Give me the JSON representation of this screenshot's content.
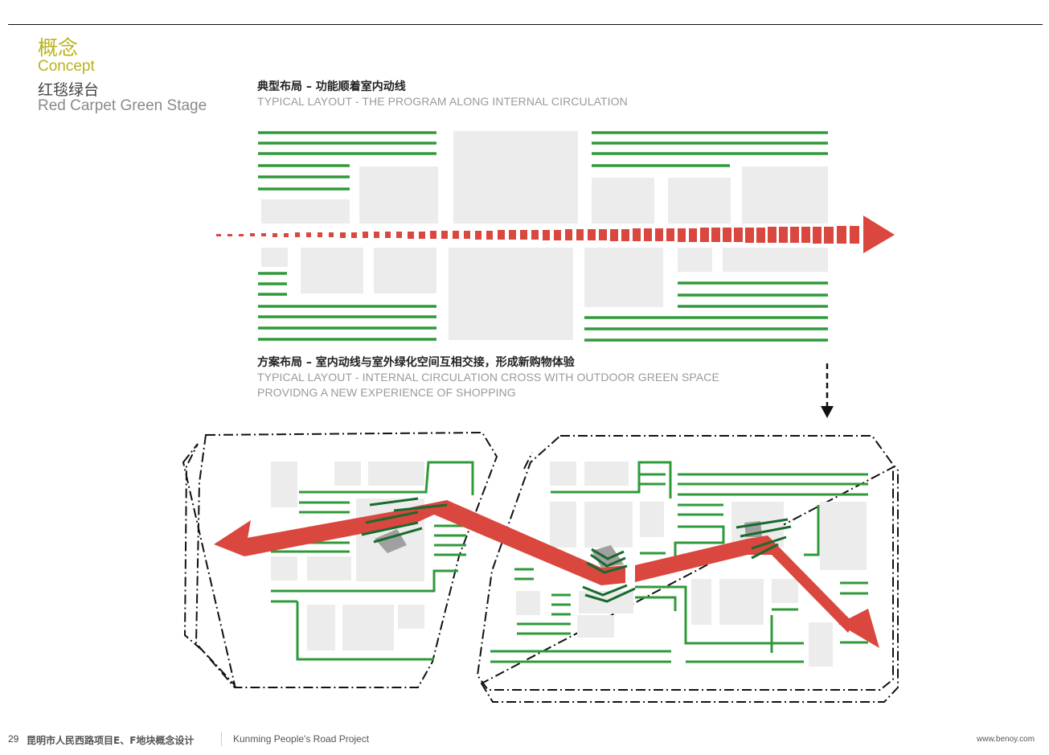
{
  "header": {
    "title_cn": "概念",
    "title_en": "Concept",
    "subtitle_cn": "红毯绿台",
    "subtitle_en": "Red Carpet Green Stage"
  },
  "section_typical": {
    "heading_cn": "典型布局 – 功能顺着室内动线",
    "heading_en": "TYPICAL LAYOUT - THE PROGRAM ALONG INTERNAL CIRCULATION"
  },
  "section_proposed": {
    "heading_cn": "方案布局 – 室内动线与室外绿化空间互相交接，形成新购物体验",
    "heading_en_line1": "TYPICAL LAYOUT - INTERNAL CIRCULATION CROSS WITH OUTDOOR GREEN SPACE",
    "heading_en_line2": "PROVIDNG A NEW EXPERIENCE OF SHOPPING"
  },
  "colors": {
    "green": "#2f9a3a",
    "dark_green": "#176b2c",
    "red": "#d9473f",
    "block_gray": "#ececec",
    "accent_yellow": "#b9b21c"
  },
  "footer": {
    "page_number": "29",
    "project_cn": "昆明市人民西路项目E、F地块概念设计",
    "project_en": "Kunming People's Road Project",
    "website": "www.benoy.com"
  }
}
